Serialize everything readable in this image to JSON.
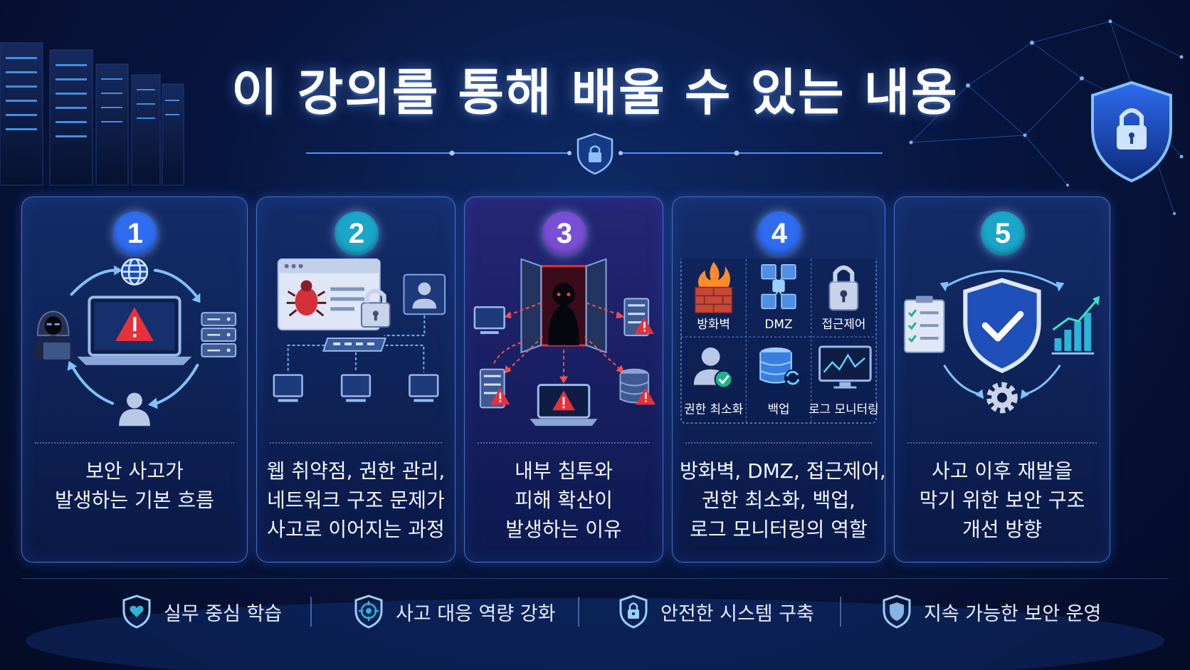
{
  "title": "이 강의를 통해 배울 수 있는 내용",
  "colors": {
    "badge_1": "#2f6cf0",
    "badge_2": "#1aa6c9",
    "badge_3": "#7a4fd6",
    "badge_4": "#2f6cf0",
    "badge_5": "#1aa6c9",
    "alert": "#e8303a",
    "accent": "#5fb6ff"
  },
  "cards": [
    {
      "number": "1",
      "lines": [
        "보안 사고가",
        "발생하는 기본 흐름"
      ]
    },
    {
      "number": "2",
      "lines": [
        "웹 취약점, 권한 관리,",
        "네트워크 구조 문제가",
        "사고로 이어지는 과정"
      ]
    },
    {
      "number": "3",
      "lines": [
        "내부 침투와",
        "피해 확산이",
        "발생하는 이유"
      ]
    },
    {
      "number": "4",
      "lines": [
        "방화벽, DMZ, 접근제어,",
        "권한 최소화, 백업,",
        "로그 모니터링의 역할"
      ],
      "grid_labels": [
        "방화벽",
        "DMZ",
        "접근제어",
        "권한 최소화",
        "백업",
        "로그 모니터링"
      ]
    },
    {
      "number": "5",
      "lines": [
        "사고 이후 재발을",
        "막기 위한 보안 구조",
        "개선 방향"
      ]
    }
  ],
  "footer": [
    {
      "label": "실무 중심 학습",
      "icon": "shield-heart-icon"
    },
    {
      "label": "사고 대응 역량 강화",
      "icon": "shield-target-icon"
    },
    {
      "label": "안전한 시스템 구축",
      "icon": "shield-lock-icon"
    },
    {
      "label": "지속 가능한 보안 운영",
      "icon": "shield-icon"
    }
  ]
}
